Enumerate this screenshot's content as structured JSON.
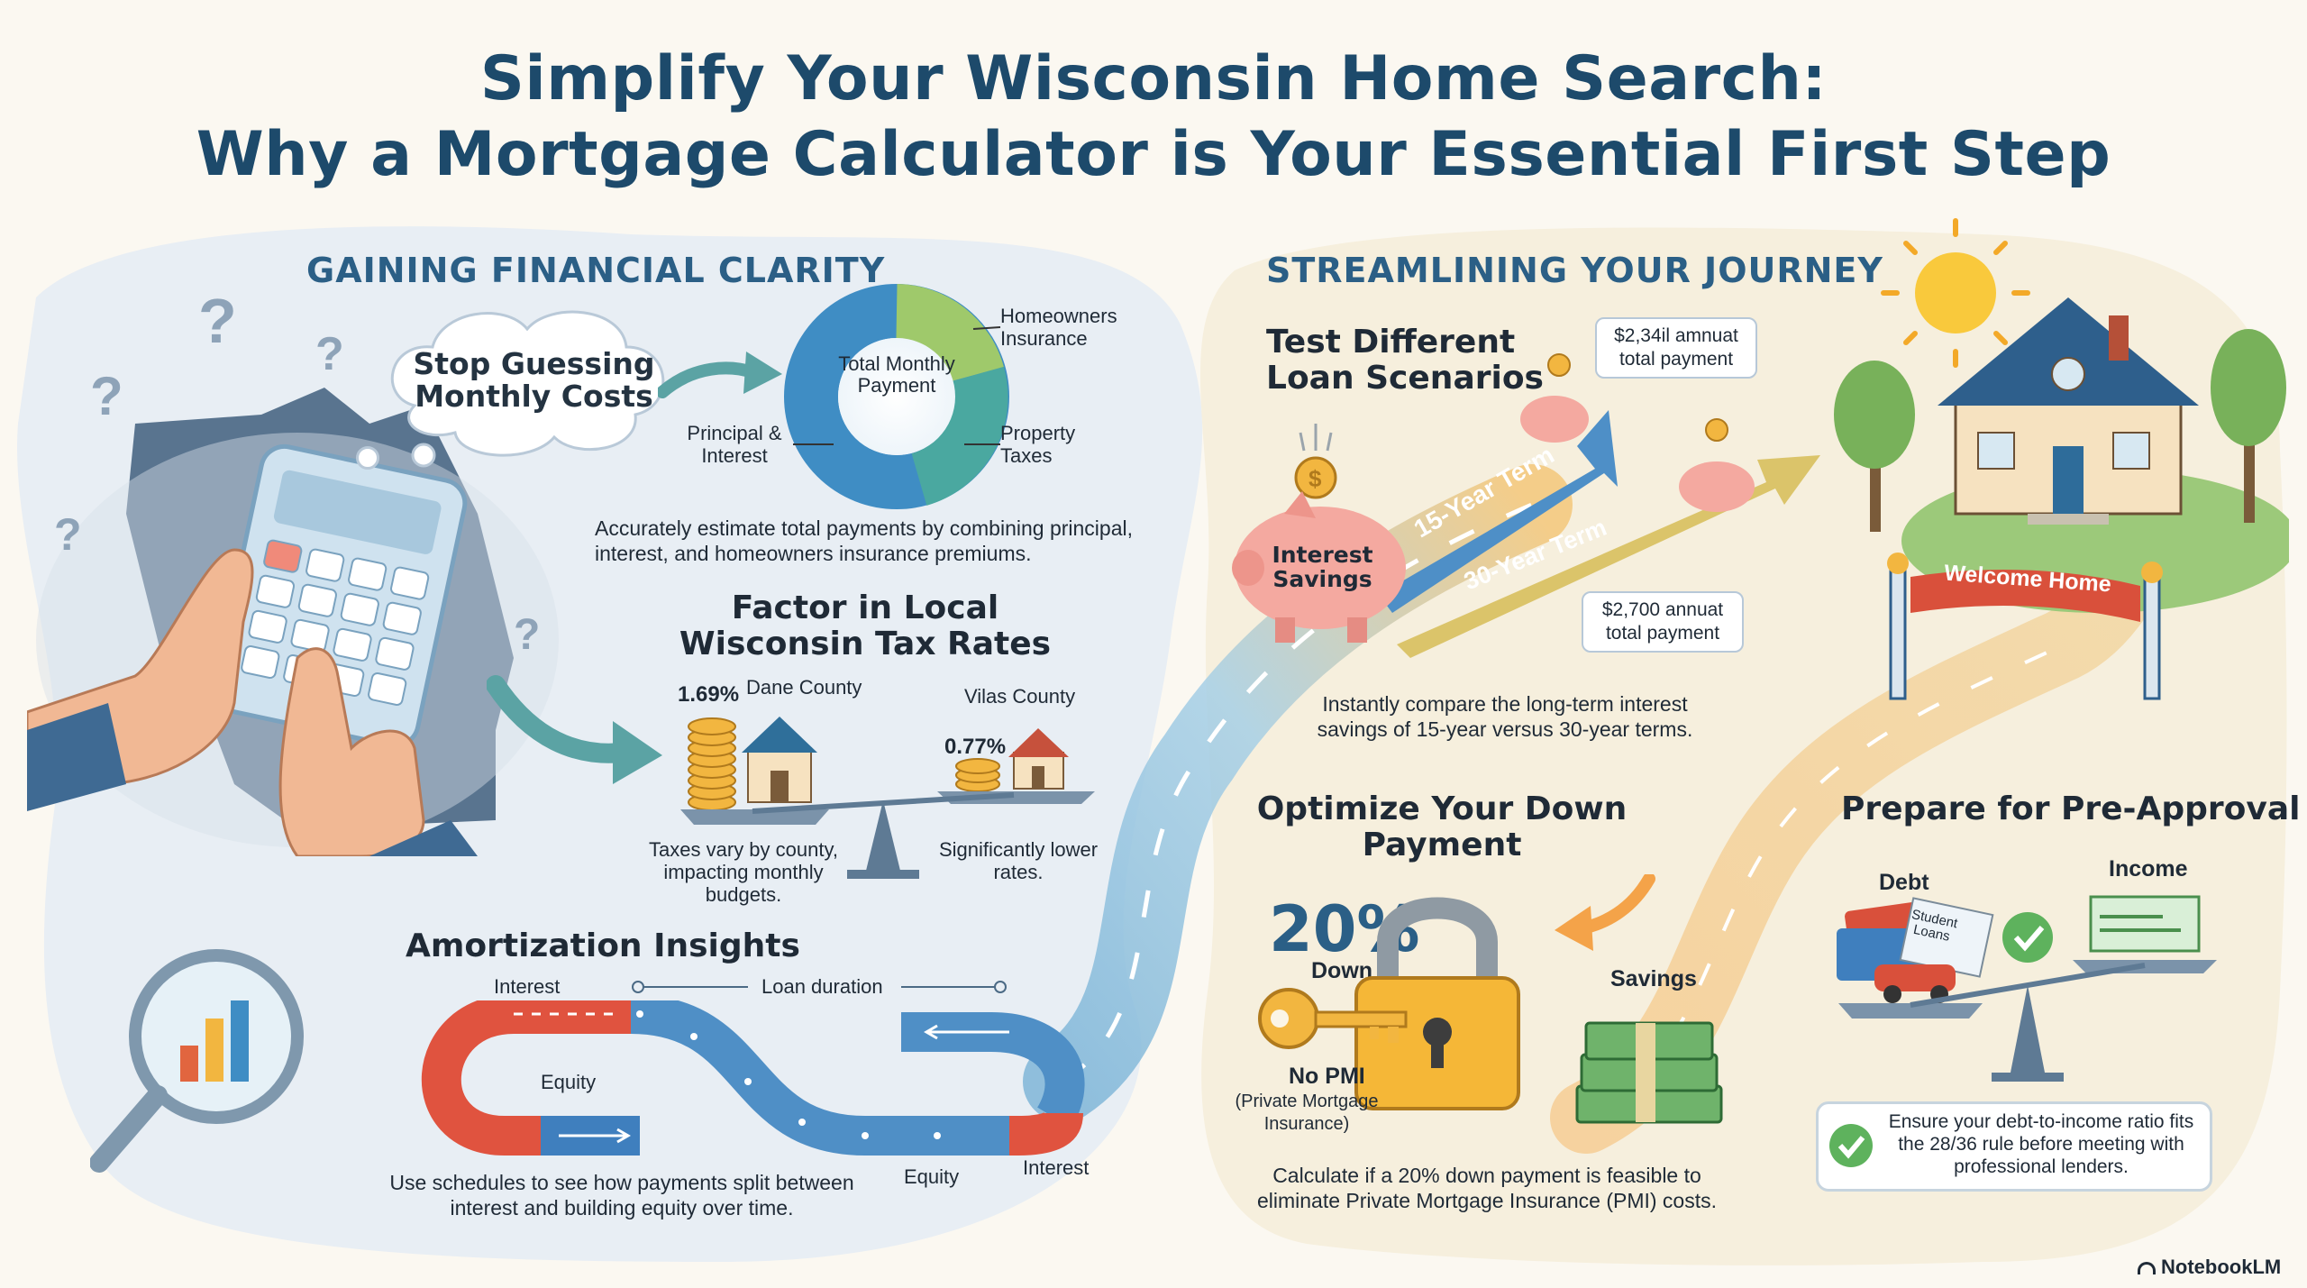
{
  "header": {
    "title_line1": "Simplify Your Wisconsin Home Search:",
    "title_line2": "Why a Mortgage Calculator is Your Essential First Step"
  },
  "left": {
    "section_title": "GAINING FINANCIAL CLARITY",
    "thought_bubble": "Stop Guessing Monthly Costs",
    "donut": {
      "center_label": "Total Monthly Payment",
      "label_insurance": "Homeowners Insurance",
      "label_principal": "Principal & Interest",
      "label_taxes": "Property Taxes"
    },
    "estimate_text": "Accurately estimate total payments by combining principal, interest, and homeowners insurance premiums.",
    "tax": {
      "title": "Factor in Local Wisconsin Tax Rates",
      "dane_rate": "1.69%",
      "dane_name": "Dane County",
      "vilas_name": "Vilas County",
      "vilas_rate": "0.77%",
      "dane_caption": "Taxes vary by county, impacting monthly budgets.",
      "vilas_caption": "Significantly lower rates."
    },
    "amortization": {
      "title": "Amortization Insights",
      "label_interest_top": "Interest",
      "label_duration": "Loan duration",
      "label_equity_left": "Equity",
      "label_equity_bottom": "Equity",
      "label_interest_right": "Interest",
      "caption": "Use schedules to see how payments split between interest and building equity over time."
    }
  },
  "right": {
    "section_title": "STREAMLINING YOUR JOURNEY",
    "loans": {
      "title": "Test Different Loan Scenarios",
      "term15": "15-Year Term",
      "term30": "30-Year Term",
      "callout15": "$2,34il amnuat total payment",
      "callout30": "$2,700 annuat total payment",
      "piggy_label": "Interest Savings",
      "caption": "Instantly compare the long-term interest savings of 15-year versus 30-year terms."
    },
    "welcome_sign": "Welcome Home",
    "down_payment": {
      "title": "Optimize Your Down Payment",
      "percent": "20%",
      "down": "Down",
      "no_pmi": "No PMI",
      "pmi_full": "(Private Mortgage Insurance)",
      "savings": "Savings",
      "caption": "Calculate if a 20% down payment is feasible to eliminate Private Mortgage Insurance (PMI) costs."
    },
    "preapproval": {
      "title": "Prepare for Pre-Approval",
      "debt": "Debt",
      "income": "Income",
      "student_loans": "Student Loans",
      "caption": "Ensure your debt-to-income ratio fits the 28/36 rule before meeting with professional lenders."
    }
  },
  "footer": {
    "brand": "NotebookLM"
  }
}
